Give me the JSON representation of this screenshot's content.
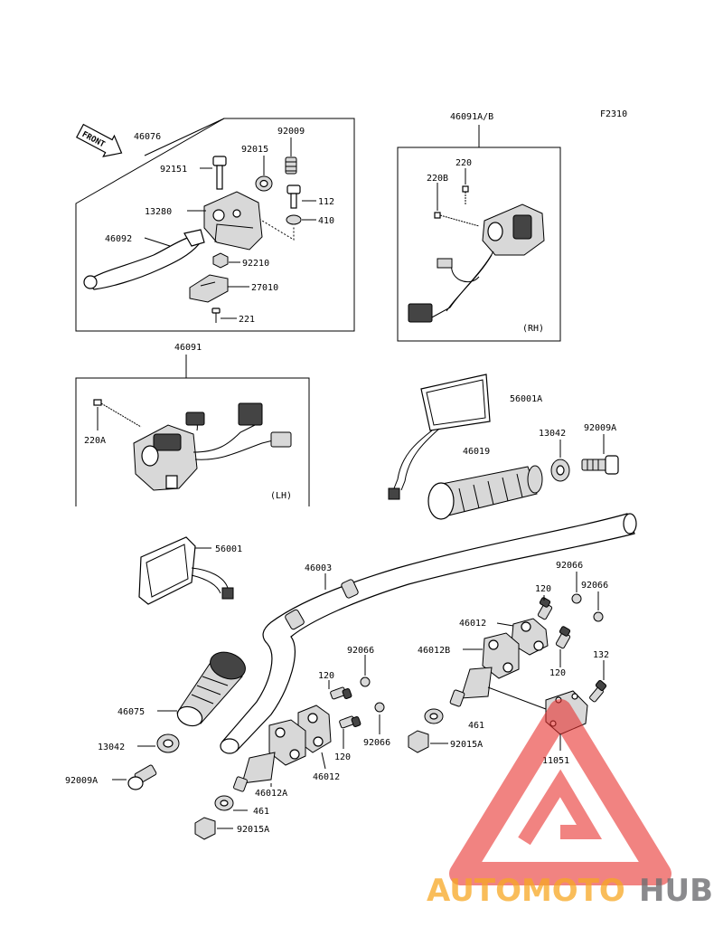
{
  "diagram_id": "F2310",
  "front_label": "FRONT",
  "watermark": {
    "text_a": "AUTOMOTO",
    "text_b": "HUB",
    "color_a": "#f7a823",
    "color_b": "#6d6e71",
    "logo_color": "#e8312f"
  },
  "parts": {
    "p46076": "46076",
    "p92151": "92151",
    "p92015": "92015",
    "p92009": "92009",
    "p13280": "13280",
    "p112": "112",
    "p410": "410",
    "p46092": "46092",
    "p92210": "92210",
    "p27010": "27010",
    "p221": "221",
    "p46091AB": "46091A/B",
    "p220": "220",
    "p220B": "220B",
    "rh": "(RH)",
    "p46091": "46091",
    "p220A": "220A",
    "lh": "(LH)",
    "p56001A": "56001A",
    "p13042a": "13042",
    "p92009A_a": "92009A",
    "p46019": "46019",
    "p56001": "56001",
    "p46003": "46003",
    "p92066a": "92066",
    "p120a": "120",
    "p92066b": "92066",
    "p46012a": "46012",
    "p46012B": "46012B",
    "p120b": "120",
    "p132": "132",
    "p92066c": "92066",
    "p120c": "120",
    "p461a": "461",
    "p46075": "46075",
    "p13042b": "13042",
    "p92009A_b": "92009A",
    "p120d": "120",
    "p92066d": "92066",
    "p46012b": "46012",
    "p92015A_a": "92015A",
    "p11051": "11051",
    "p46012A": "46012A",
    "p461b": "461",
    "p92015A_b": "92015A"
  }
}
